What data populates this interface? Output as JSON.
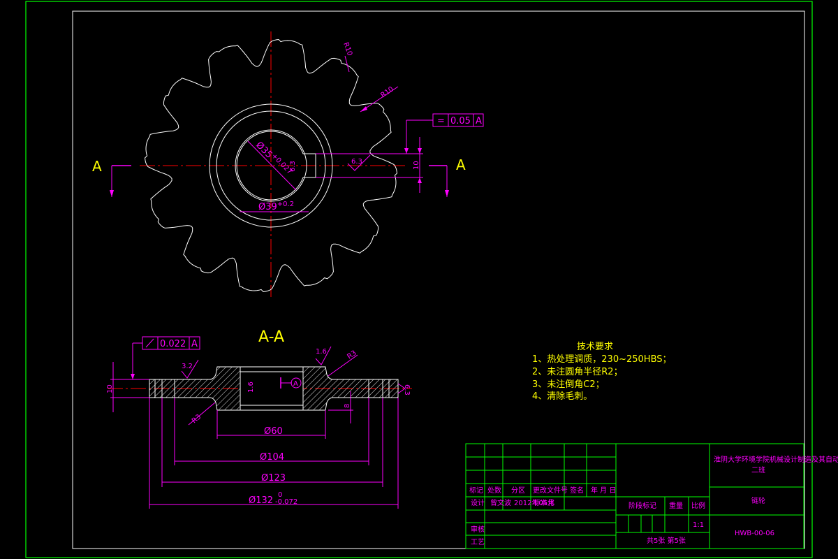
{
  "drawing": {
    "section_markers": {
      "left": "A",
      "right": "A"
    },
    "section_title": "A-A",
    "top_view": {
      "tooth_radius_label_1": "R10",
      "tooth_radius_label_2": "R10",
      "flatness_symbol": "=",
      "flatness_value": "0.05",
      "flatness_datum": "A",
      "bore_label": "Ø35",
      "bore_tol": "+0.027",
      "hub_label": "Ø39",
      "hub_tol": "+0.2",
      "key_width_label": "6.3",
      "roughness_label": "6.3",
      "key_height_label": "10"
    },
    "section_view": {
      "runout_value": "0.022",
      "runout_datum": "A",
      "roughness_1": "3.2",
      "roughness_2": "1.6",
      "roughness_3": "1.6",
      "roughness_4": "6.3",
      "radius_1": "R3",
      "radius_2": "R3",
      "width_left": "10",
      "width_right": "8",
      "datum_label": "A",
      "dia_60": "Ø60",
      "dia_104": "Ø104",
      "dia_123": "Ø123",
      "dia_132": "Ø132",
      "dia_132_tol_upper": "0",
      "dia_132_tol_lower": "-0.072"
    }
  },
  "tech_requirements": {
    "title": "技术要求",
    "items": [
      "1、热处理调质，230~250HBS；",
      "2、未注圆角半径R2；",
      "3、未注倒角C2；",
      "4、清除毛刺。"
    ]
  },
  "title_block": {
    "school": "淮阴大学环境学院机械设计制造及其自动化",
    "school_line2": "二班",
    "part_name": "链轮",
    "drawing_no": "HWB-00-06",
    "headers": [
      "标记",
      "处数",
      "分区",
      "更改文件号",
      "签名",
      "年 月 日"
    ],
    "design_label": "设计",
    "designer": "曾文波",
    "date": "2012年05月",
    "standard_label": "标准化",
    "review_label": "审核",
    "process_label": "工艺",
    "stage_label": "阶段标记",
    "weight_label": "重量",
    "scale_label": "比例",
    "scale_value": "1:1",
    "sheet_info": "共5张 第5张"
  },
  "colors": {
    "frame": "#00ff00",
    "outline": "#ffffff",
    "dimension": "#ff00ff",
    "centerline": "#ff0000",
    "annotation": "#ffff00"
  }
}
